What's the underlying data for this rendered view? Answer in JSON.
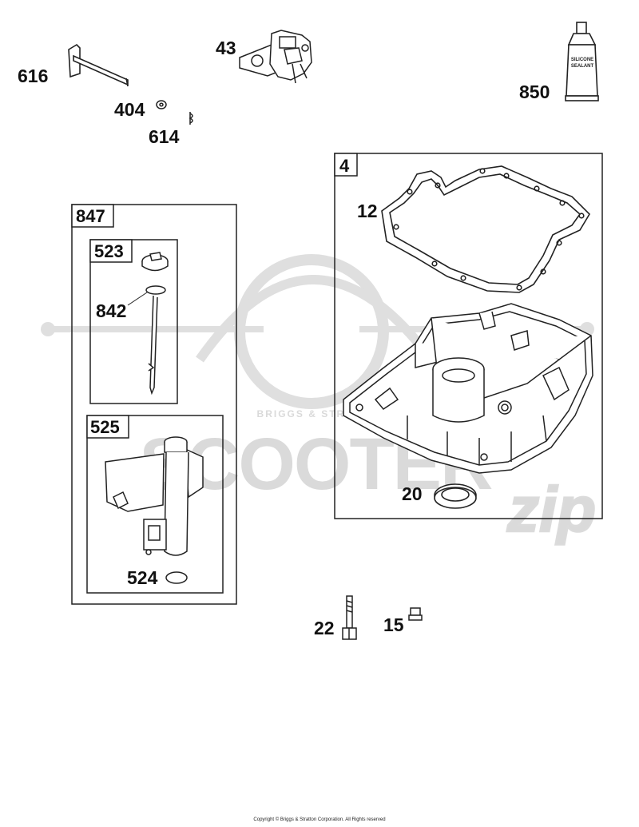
{
  "watermark": {
    "brand": "SCOOTER",
    "script": "zip",
    "sub": "BRIGGS & STRATTON"
  },
  "sealant": {
    "line1": "SILICONE",
    "line2": "SEALANT"
  },
  "callouts": {
    "p616": "616",
    "p43": "43",
    "p850": "850",
    "p404": "404",
    "p614": "614",
    "p4": "4",
    "p12": "12",
    "p20": "20",
    "p847": "847",
    "p523": "523",
    "p842": "842",
    "p525": "525",
    "p524": "524",
    "p22": "22",
    "p15": "15"
  },
  "copyright": "Copyright © Briggs & Stratton Corporation. All Rights reserved",
  "colors": {
    "line": "#222222",
    "watermark": "#d9d9d9",
    "background": "#ffffff"
  }
}
